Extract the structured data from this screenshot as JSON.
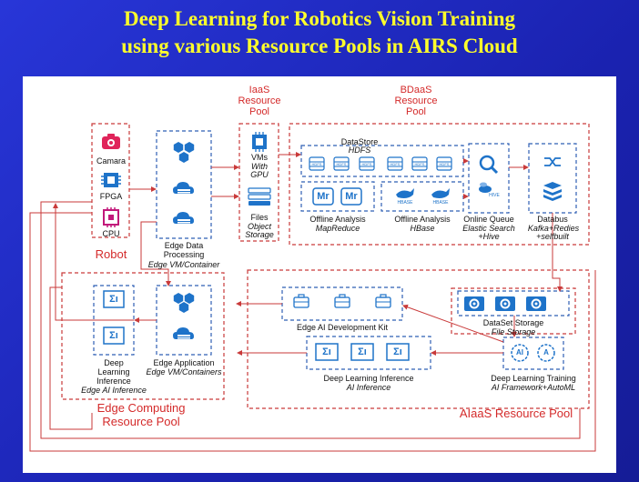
{
  "title": {
    "line1": "Deep Learning for Robotics Vision Training",
    "line2": "using various Resource Pools in AIRS Cloud"
  },
  "robot": {
    "label": "Robot",
    "camera": "Camara",
    "fpga": "FPGA",
    "cpu": "CPU"
  },
  "edge_data": {
    "label1": "Edge Data",
    "label2": "Processing",
    "sub": "Edge VM/Container"
  },
  "iaas": {
    "pool1": "IaaS",
    "pool2": "Resource",
    "pool3": "Pool",
    "vms": "VMs",
    "with": "With",
    "gpu": "GPU",
    "files": "Files",
    "object": "Object",
    "storage": "Storage"
  },
  "bdaas": {
    "pool1": "BDaaS",
    "pool2": "Resource",
    "pool3": "Pool",
    "datastore": "DataStore",
    "hdfs": "HDFS",
    "disk": "HDFS",
    "mr": "Mr",
    "hbase_logo": "HBASE",
    "hive_logo": "HIVE",
    "offline1": "Offline Analysis",
    "offline1_sub": "MapReduce",
    "offline2": "Offline Analysis",
    "offline2_sub": "HBase",
    "online": "Online Queue",
    "online_sub1": "Elastic Search",
    "online_sub2": "+Hive",
    "databus": "Databus",
    "databus_sub1": "Kafka+Redies",
    "databus_sub2": "+selfbuilt"
  },
  "edge_computing": {
    "dl1": "Deep",
    "dl2": "Learning",
    "dl3": "Inference",
    "dl_sub": "Edge AI Inference",
    "app": "Edge Application",
    "app_sub": "Edge VM/Containers",
    "pool1": "Edge Computing",
    "pool2": "Resource Pool"
  },
  "aiaas": {
    "devkit": "Edge AI Development Kit",
    "dataset": "DataSet Storage",
    "dataset_sub": "File Storage",
    "dli": "Deep Learning Inference",
    "dli_sub": "AI Inference",
    "dlt": "Deep Learning Training",
    "dlt_sub": "AI Framework+AutoML",
    "pool": "AIaaS Resource Pool",
    "ai": "AI",
    "a": "A"
  },
  "sigma": "Σı",
  "colors": {
    "background": "#1d2bc6",
    "title": "#ffff2b",
    "pool_border": "#c93a3a",
    "component_border": "#2f5fb5",
    "icon_blue": "#1e73c9",
    "camera_red": "#e0245a"
  }
}
